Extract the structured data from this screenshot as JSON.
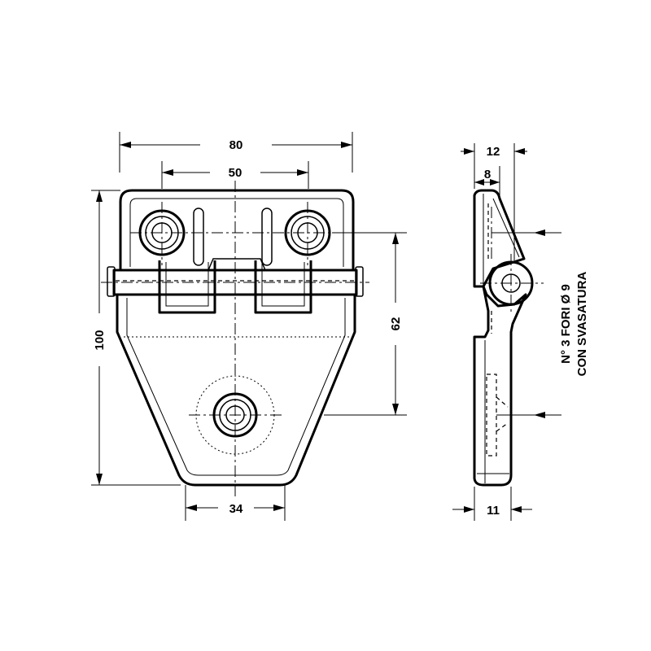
{
  "dimensions": {
    "overall_width": "80",
    "hole_spacing": "50",
    "overall_height": "100",
    "vertical_hole_spacing": "62",
    "bottom_width": "34",
    "side_total_thickness": "12",
    "side_leaf_thickness": "8",
    "side_bottom_thickness": "11"
  },
  "notes": {
    "holes_line1": "N° 3 FORI Ø 9",
    "holes_line2": "CON SVASATURA"
  }
}
